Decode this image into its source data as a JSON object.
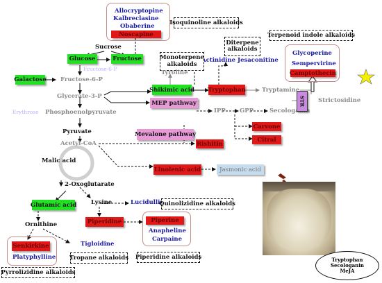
{
  "isoquinoline": {
    "compounds": [
      "Allocryptopine",
      "Kalbreclasine",
      "Obaberine"
    ],
    "red": "Noscapine",
    "label": "Isoquinoline alkaloids"
  },
  "terpenoid_indole": {
    "label": "Terpenoid indole alkaloids",
    "compounds": [
      "Glycoperine",
      "Sempervirine"
    ],
    "red": "Camptothecin"
  },
  "diterpene": {
    "label": "Diterpene\nalkaloids",
    "compounds": "Actinidine  Jesaconitine"
  },
  "monoterpene": {
    "label": "Monoterpene\nalkaloids"
  },
  "sugars": {
    "sucrose": "Sucrose",
    "glucose": "Glucose",
    "fructose": "Fructose",
    "galactose": "Galactose",
    "fructose6p": "Fructose-6-P",
    "ghost_below_glucose": "Fructose-6-P"
  },
  "glycolysis": {
    "glycerate": "Glycerate-3-P",
    "ghost_left": "Erythrose",
    "pep": "Phosphoenolpyruvate",
    "pyruvate": "Pyruvate",
    "acetylcoa": "Acetyl-CoA"
  },
  "shikimate": {
    "shikimic": "Shikimic acid",
    "tyrosine": "Tyroline",
    "tryptophan": "Tryptophan",
    "tryptamine": "Tryptamine",
    "secologanin": "Secologanin",
    "str": "STR",
    "strictosidine": "Strictosidine"
  },
  "pathways": {
    "mep": "MEP pathway",
    "mevalone": "Mevalone pathway"
  },
  "terpenes": {
    "ipp": "IPP",
    "gpp": "GPP",
    "carvone": "Carvone",
    "citral": "Citral",
    "rishitin": "Rishitin"
  },
  "lipid": {
    "malic": "Malic acid",
    "linolenic": "Linolenic acid",
    "jasmonic": "Jasmonic acid"
  },
  "tca": {
    "oxoglutarate": "2-Oxoglutarate",
    "glutamic": "Glutamic acid",
    "ornithine": "Ornithine",
    "lysine": "Lysine"
  },
  "quinolizidine": {
    "compound": "Lucidulline",
    "label": "Quinolizidine alkaloids"
  },
  "piperidine": {
    "red": "Piperidine",
    "box_red": "Piperine",
    "compounds": [
      "Anapheline",
      "Carpaine"
    ],
    "label": "Piperidine alkaloids"
  },
  "tropane": {
    "compound": "Tigloidine",
    "label": "Tropane alkaloids"
  },
  "pyrrolizidine": {
    "red": "Senkirkine",
    "compound": "Platyphylline",
    "label": "Pyrrolizidine alkaloids"
  },
  "elicitors": [
    "Tryptophan",
    "Secologanin",
    "MeJA"
  ],
  "colors": {
    "green": "#22e022",
    "red": "#e01818",
    "pink": "#e79ad6",
    "blue": "#1a1aa8",
    "star": "#f5f000",
    "lightblue": "#c5dbee"
  }
}
